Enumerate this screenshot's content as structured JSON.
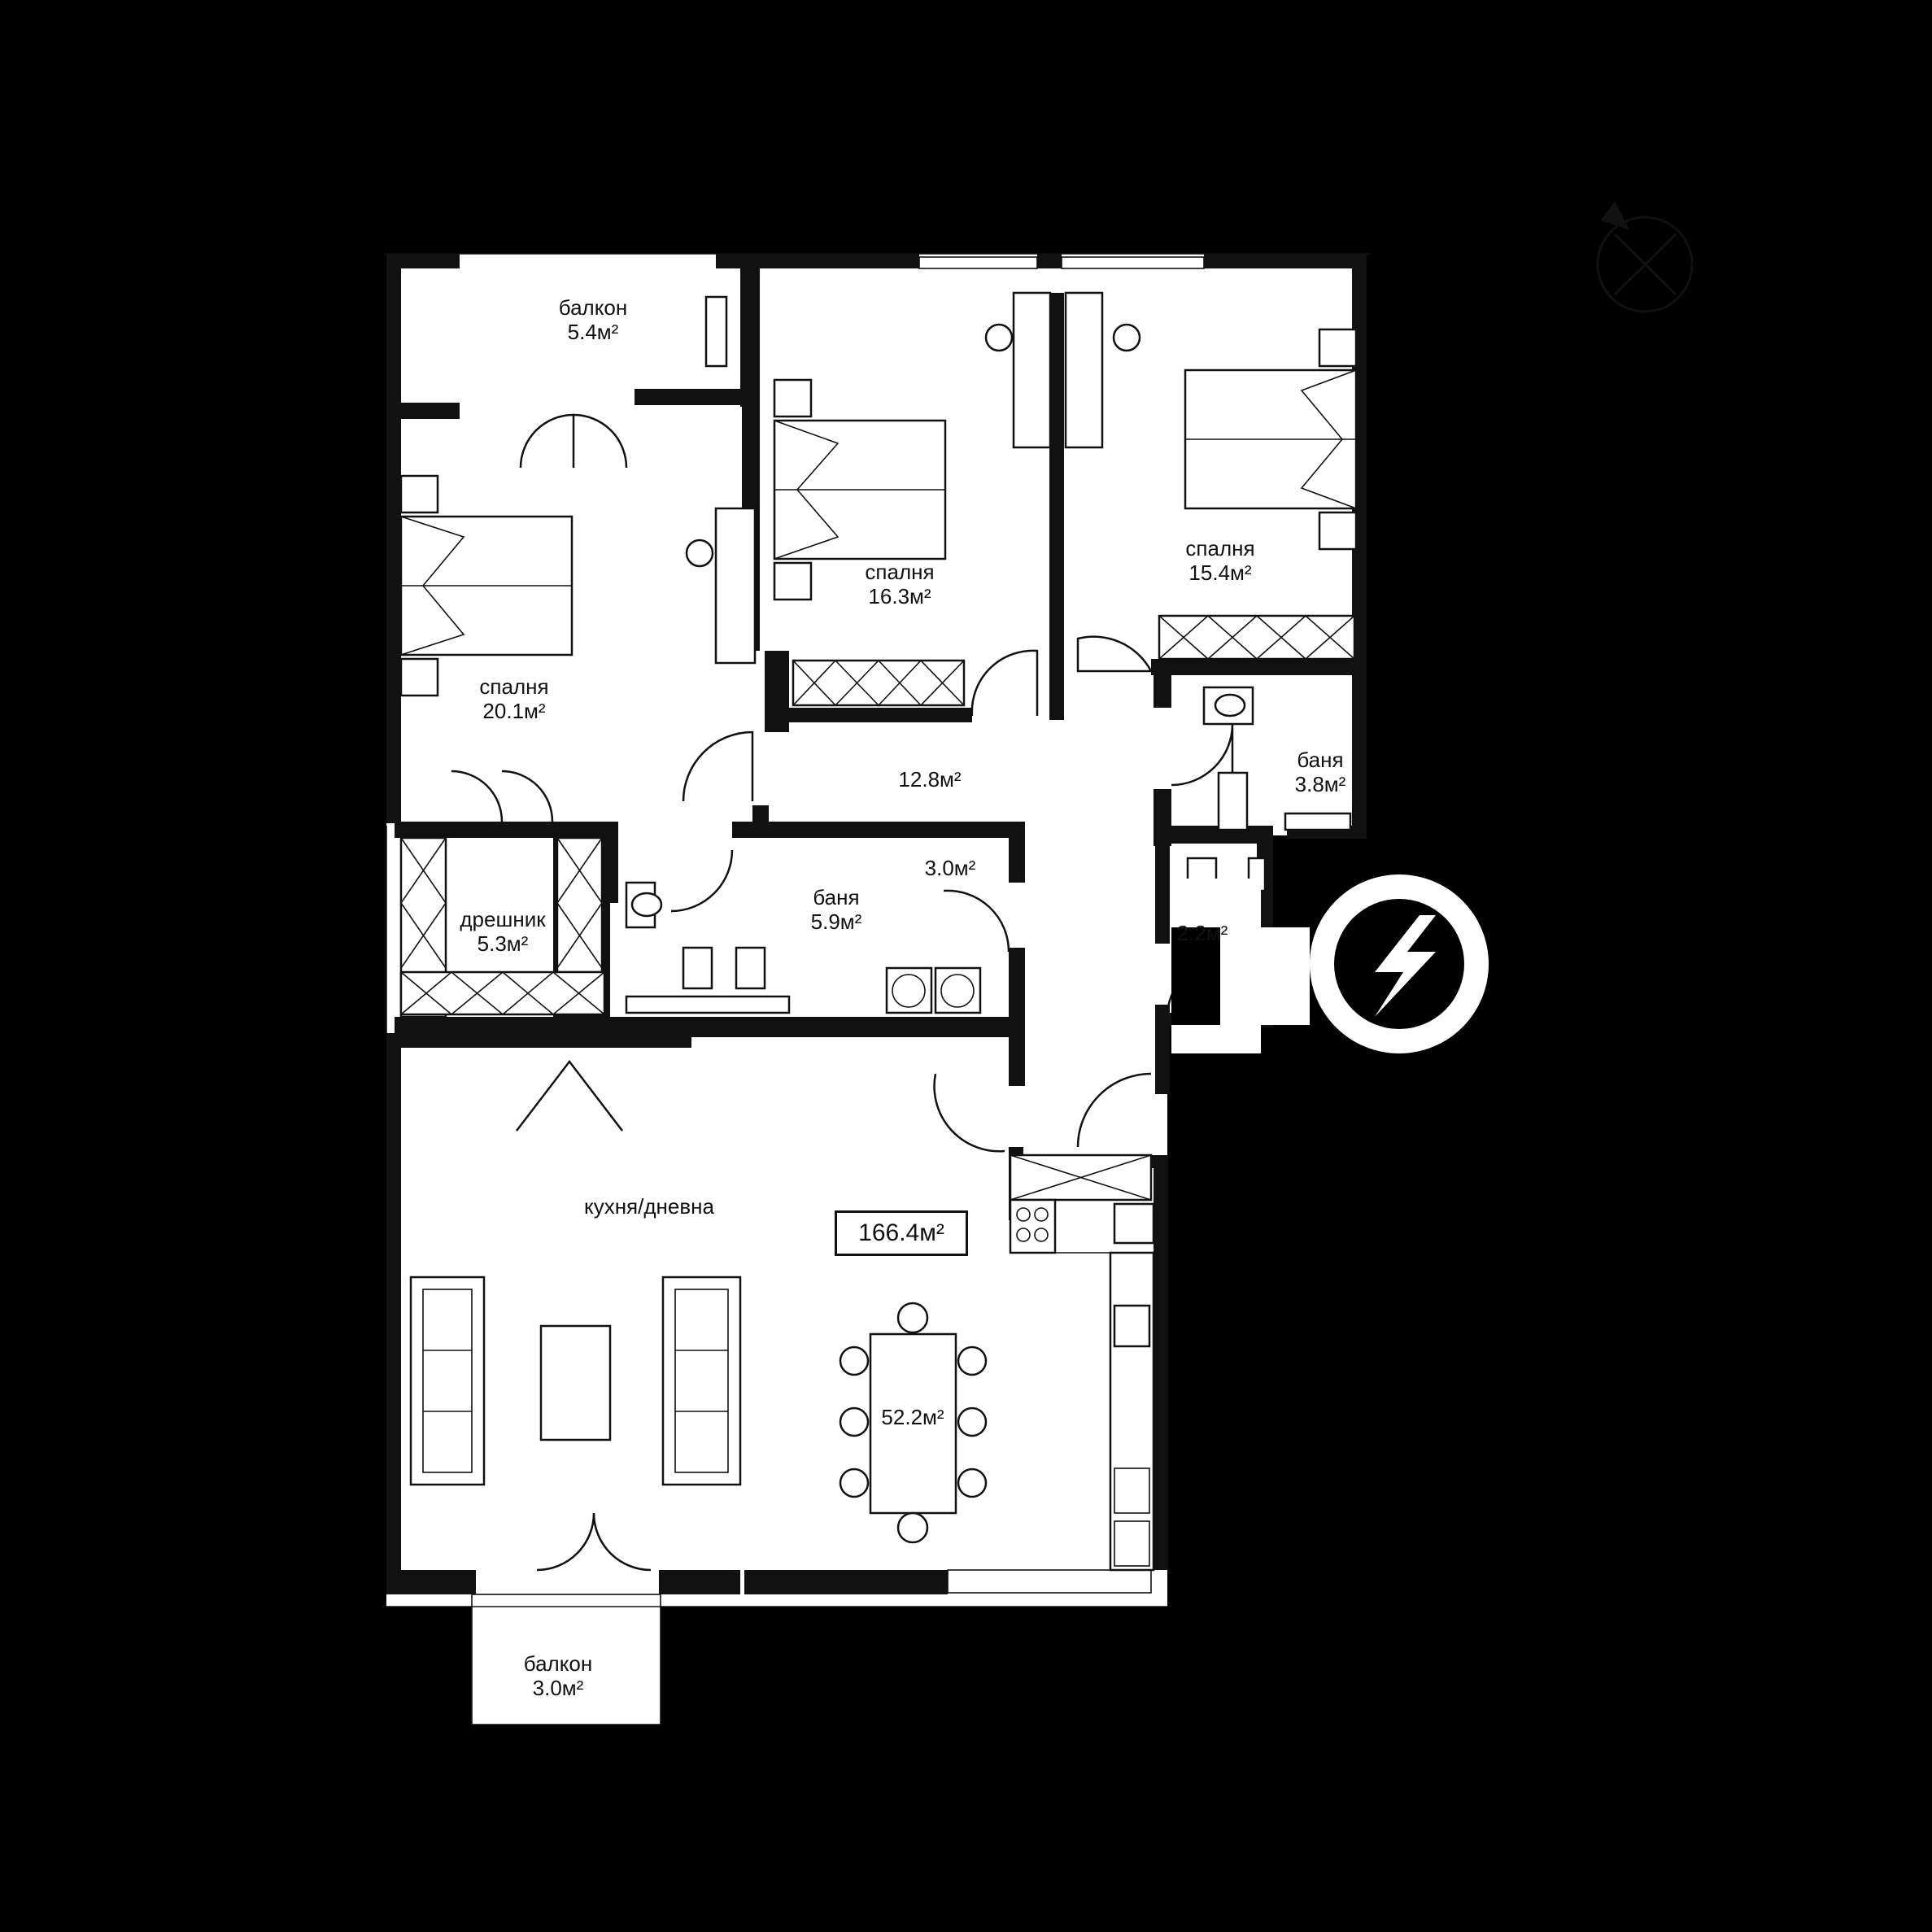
{
  "apartment": {
    "total_area": "166.4м²"
  },
  "rooms": {
    "balcony_top": {
      "name": "балкон",
      "area": "5.4м²"
    },
    "bedroom_1": {
      "name": "спалня",
      "area": "20.1м²"
    },
    "bedroom_2": {
      "name": "спалня",
      "area": "16.3м²"
    },
    "bedroom_3": {
      "name": "спалня",
      "area": "15.4м²"
    },
    "hallway": {
      "name": "",
      "area": "12.8м²"
    },
    "bathroom_small": {
      "name": "баня",
      "area": "3.8м²"
    },
    "wardrobe": {
      "name": "дрешник",
      "area": "5.3м²"
    },
    "bathroom_main": {
      "name": "баня",
      "area": "5.9м²"
    },
    "laundry": {
      "name": "",
      "area": "3.0м²"
    },
    "wc": {
      "name": "",
      "area": "2.2м²"
    },
    "kitchen_living": {
      "name": "кухня/дневна",
      "area": "52.2м²"
    },
    "balcony_bottom": {
      "name": "балкон",
      "area": "3.0м²"
    }
  },
  "icons": {
    "compass": "compass-icon",
    "watermark": "lightning-logo-icon"
  },
  "colors": {
    "background": "#000000",
    "floor": "#ffffff",
    "walls": "#111111"
  }
}
